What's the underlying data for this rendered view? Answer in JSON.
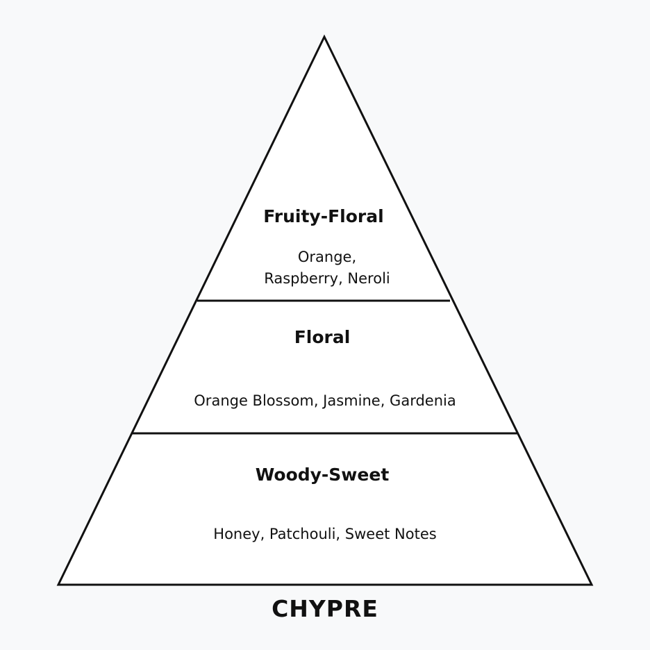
{
  "diagram": {
    "family": "CHYPRE",
    "tiers": [
      {
        "title": "Fruity-Floral",
        "notes_line1": "Orange,",
        "notes_line2": "Raspberry, Neroli"
      },
      {
        "title": "Floral",
        "notes": "Orange Blossom, Jasmine, Gardenia"
      },
      {
        "title": "Woody-Sweet",
        "notes": "Honey, Patchouli, Sweet Notes"
      }
    ]
  },
  "colors": {
    "background": "#f8f9fa",
    "fill": "#ffffff",
    "stroke": "#111111",
    "text": "#111111"
  }
}
